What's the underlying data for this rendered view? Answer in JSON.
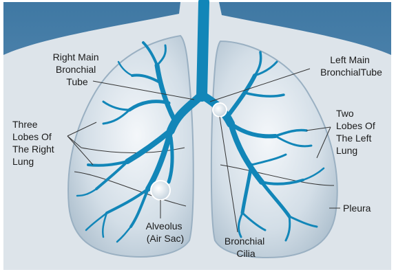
{
  "colors": {
    "background_top": "#4a80a8",
    "body": "#d4dde4",
    "lung_fill": "#c8d6e2",
    "lung_edge": "#9ab0c2",
    "bronchi": "#1286b8",
    "label_text": "#1a1a1a",
    "frame": "#ffffff"
  },
  "labels": {
    "right_main_bronchial_tube": [
      "Right Main",
      "Bronchial",
      "Tube"
    ],
    "left_main_bronchial_tube": [
      "Left Main",
      "BronchialTube"
    ],
    "three_lobes_right_lung": [
      "Three",
      "Lobes Of",
      "The Right",
      "Lung"
    ],
    "two_lobes_left_lung": [
      "Two",
      "Lobes Of",
      "The Left",
      "Lung"
    ],
    "pleura": "Pleura",
    "alveolus": [
      "Alveolus",
      "(Air Sac)"
    ],
    "bronchial_cilia": [
      "Bronchial",
      "Cilia"
    ]
  }
}
